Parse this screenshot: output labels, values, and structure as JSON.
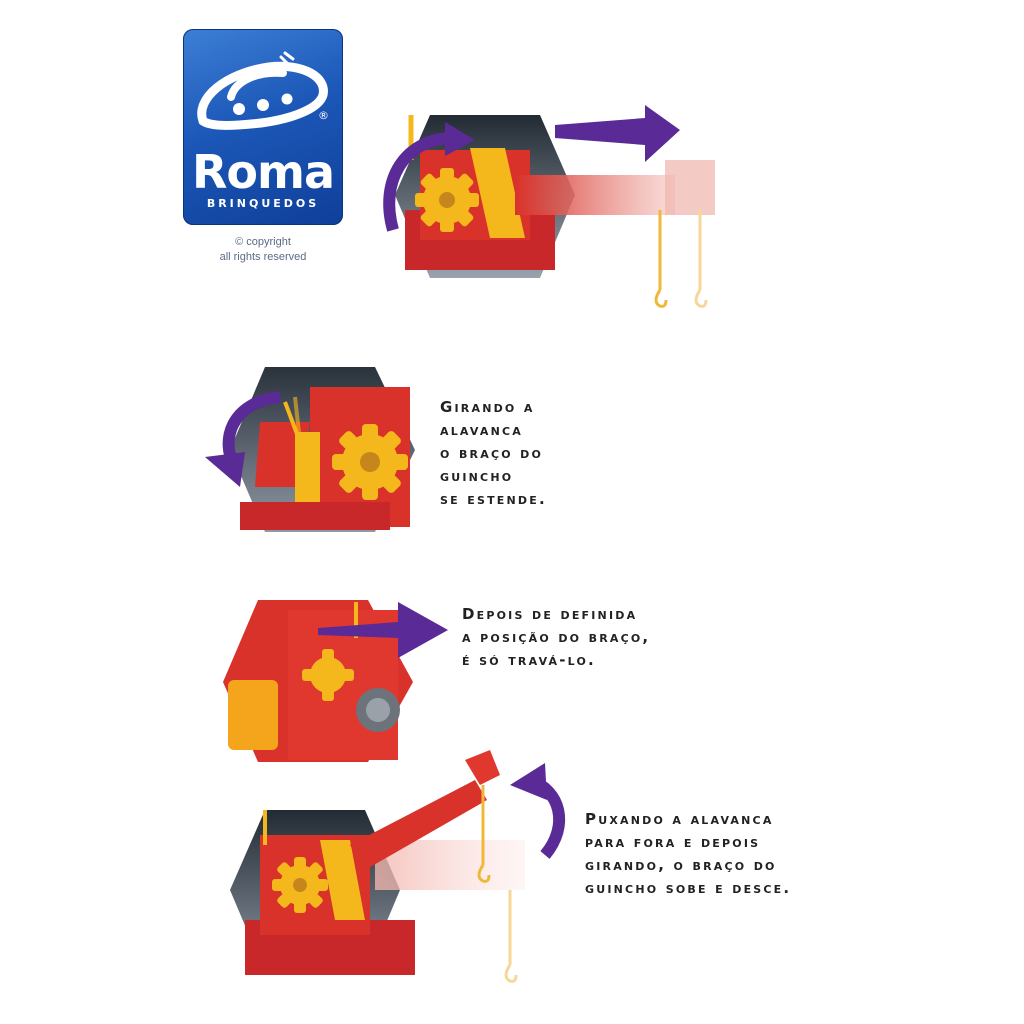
{
  "logo": {
    "brand": "Roma",
    "subtitle": "BRINQUEDOS",
    "registered": "®",
    "copyright_line1": "© copyright",
    "copyright_line2": "all rights reserved",
    "colors": {
      "blue_dark": "#0f3f99",
      "blue_light": "#3d7fd6"
    }
  },
  "steps": [
    {
      "lines": [
        "Girando a",
        "alavanca",
        "o braço do",
        "guincho",
        "se estende."
      ],
      "arrow": "curved-arrow-counterclockwise-icon"
    },
    {
      "lines": [
        "Depois de definida",
        "a posição do braço,",
        "é só travá-lo."
      ],
      "arrow": "arrow-right-icon"
    },
    {
      "lines": [
        "Puxando a alavanca",
        "para fora e depois",
        "girando, o braço do",
        "guincho sobe e desce."
      ],
      "arrow": "curved-arrow-up-icon"
    }
  ],
  "colors": {
    "toy_red": "#d8322b",
    "toy_yellow": "#f5b81c",
    "arrow_purple": "#5a2a96",
    "hex_bg": "#3b4450"
  }
}
